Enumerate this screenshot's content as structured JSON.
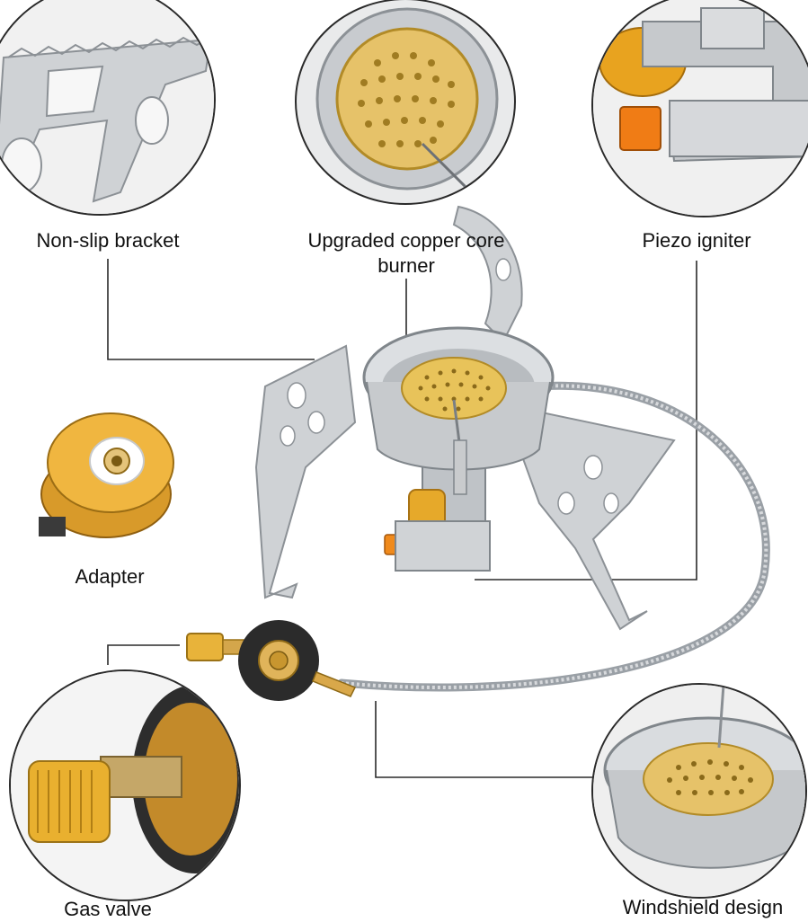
{
  "labels": {
    "non_slip_bracket": "Non-slip bracket",
    "burner": "Upgraded copper core burner",
    "piezo": "Piezo igniter",
    "adapter": "Adapter",
    "gas_valve": "Gas valve",
    "windshield": "Windshield design"
  },
  "colors": {
    "steel": "#c9cbcd",
    "brass": "#e8c35a",
    "orange": "#f08a1c",
    "line": "#2a2a2a"
  }
}
